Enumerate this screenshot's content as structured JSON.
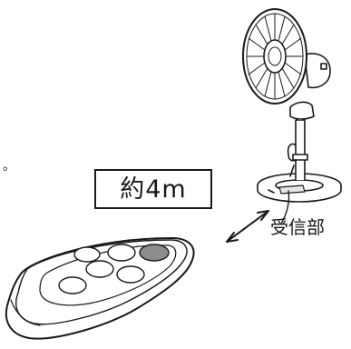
{
  "distance_label": "約4m",
  "receiver_label": "受信部",
  "stray_mark": "。",
  "colors": {
    "line": "#1a1a1a",
    "fill": "#ffffff",
    "button_gray": "#8c8c8c"
  },
  "objects": {
    "fan": "electric-fan",
    "remote": "remote-control",
    "arrow": "double-headed-arrow"
  }
}
